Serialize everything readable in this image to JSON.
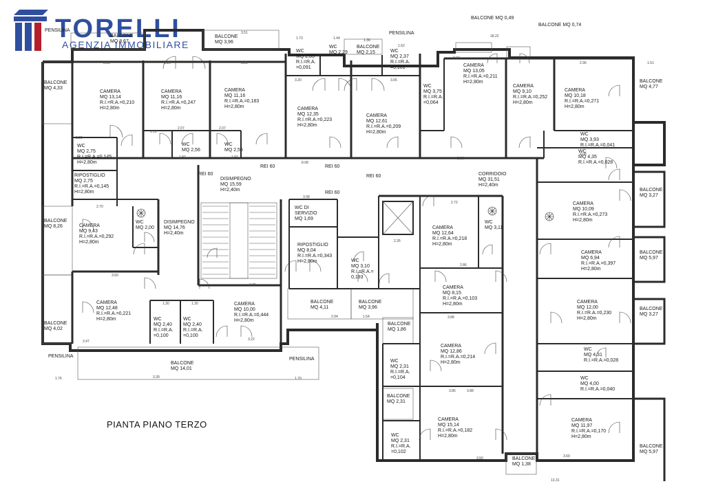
{
  "brand": {
    "name": "TORELLI",
    "subtitle": "AGENZIA IMMOBILIARE",
    "colors": {
      "blue": "#2f4f9e",
      "red": "#b41f2b",
      "ink": "#2b2b2b"
    }
  },
  "plan_title": "PIANTA PIANO TERZO",
  "rooms": [
    {
      "id": "pensilina-tl",
      "lines": [
        "PENSILINA"
      ]
    },
    {
      "id": "balcone-top-1",
      "lines": [
        "BALCONE",
        "MQ 8,67"
      ]
    },
    {
      "id": "balcone-top-2",
      "lines": [
        "BALCONE",
        "MQ 3,96"
      ]
    },
    {
      "id": "wc-top-1",
      "lines": [
        "WC",
        "MQ 2,63",
        "R.I.=R.A.",
        "=0,091"
      ]
    },
    {
      "id": "wc-top-2",
      "lines": [
        "WC",
        "MQ 2,29"
      ]
    },
    {
      "id": "balcone-top-3",
      "lines": [
        "BALCONE",
        "MQ 2,15"
      ]
    },
    {
      "id": "wc-top-3",
      "lines": [
        "WC",
        "MQ 2,37",
        "R.I.=R.A.",
        "=0,101"
      ]
    },
    {
      "id": "pensilina-top",
      "lines": [
        "PENSILINA"
      ]
    },
    {
      "id": "balcone-049",
      "lines": [
        "BALCONE MQ 0,49"
      ]
    },
    {
      "id": "balcone-074",
      "lines": [
        "BALCONE MQ 0,74"
      ]
    },
    {
      "id": "balcone-433",
      "lines": [
        "BALCONE",
        "MQ 4,33"
      ]
    },
    {
      "id": "camera-1314",
      "lines": [
        "CAMERA",
        "MQ 13,14",
        "R.I.=R.A.=0,210",
        "H=2,80m"
      ]
    },
    {
      "id": "camera-1116a",
      "lines": [
        "CAMERA",
        "MQ 11,16",
        "R.I.=R.A.=0,247",
        "H=2,80m"
      ]
    },
    {
      "id": "camera-1116b",
      "lines": [
        "CAMERA",
        "MQ 11,16",
        "R.I.=R.A.=0,183",
        "H=2,80m"
      ]
    },
    {
      "id": "camera-1235",
      "lines": [
        "CAMERA",
        "MQ 12,35",
        "R.I.=R.A.=0,223",
        "H=2,80m"
      ]
    },
    {
      "id": "camera-1261",
      "lines": [
        "CAMERA",
        "MQ 12,61",
        "R.I.=R.A.=0,209",
        "H=2,80m"
      ]
    },
    {
      "id": "wc-375",
      "lines": [
        "WC",
        "MQ 3,75",
        "R.I.=R.A.",
        "=0,064"
      ]
    },
    {
      "id": "camera-1305",
      "lines": [
        "CAMERA",
        "MQ 13,05",
        "R.I.=R.A.=0,211",
        "H=2,80m"
      ]
    },
    {
      "id": "camera-910",
      "lines": [
        "CAMERA",
        "MQ 9,10",
        "R.I.=R.A.=0,252",
        "H=2,80m"
      ]
    },
    {
      "id": "camera-1018",
      "lines": [
        "CAMERA",
        "MQ 10,18",
        "R.I.=R.A.=0,271",
        "H=2,80m"
      ]
    },
    {
      "id": "balcone-477",
      "lines": [
        "BALCONE",
        "MQ 4,77"
      ]
    },
    {
      "id": "wc-275",
      "lines": [
        "WC",
        "MQ 2,75",
        "R.I.=R.A.=0,145",
        "H=2,80m"
      ]
    },
    {
      "id": "wc-256a",
      "lines": [
        "WC",
        "MQ 2,56"
      ]
    },
    {
      "id": "wc-256b",
      "lines": [
        "WC",
        "MQ 2,56"
      ]
    },
    {
      "id": "wc-393",
      "lines": [
        "WC",
        "MQ 3,93",
        "R.I.=R.A.=0,041"
      ]
    },
    {
      "id": "wc-435",
      "lines": [
        "WC",
        "MQ 4,35",
        "R.I.=R.A.=0,028"
      ]
    },
    {
      "id": "ripostiglio-275",
      "lines": [
        "RIPOSTIGLIO",
        "MQ 2,75",
        "R.I.=R.A.=0,145",
        "H=2,80m"
      ]
    },
    {
      "id": "disimpegno-1559",
      "lines": [
        "DISIMPEGNO",
        "MQ 15,59",
        "H=2,40m"
      ]
    },
    {
      "id": "corridoio",
      "lines": [
        "CORRIDOIO",
        "MQ 31,51",
        "H=2,40m"
      ]
    },
    {
      "id": "balcone-826",
      "lines": [
        "BALCONE",
        "MQ 8,26"
      ]
    },
    {
      "id": "camera-943",
      "lines": [
        "CAMERA",
        "MQ 9,43",
        "R.I.=R.A.=0,292",
        "H=2,80m"
      ]
    },
    {
      "id": "wc-200",
      "lines": [
        "WC",
        "MQ 2,00"
      ]
    },
    {
      "id": "disimpegno-1476",
      "lines": [
        "DISIMPEGNO",
        "MQ 14,76",
        "H=2,40m"
      ]
    },
    {
      "id": "wc-servizio",
      "lines": [
        "WC DI",
        "SERVIZIO",
        "MQ 1,69"
      ]
    },
    {
      "id": "camera-1264",
      "lines": [
        "CAMERA",
        "MQ 12,64",
        "R.I.=R.A.=0,218",
        "H=2,80m"
      ]
    },
    {
      "id": "wc-311",
      "lines": [
        "WC",
        "MQ 3,11"
      ]
    },
    {
      "id": "camera-1009",
      "lines": [
        "CAMERA",
        "MQ 10,09",
        "R.I.=R.A.=0,273",
        "H=2,80m"
      ]
    },
    {
      "id": "balcone-327a",
      "lines": [
        "BALCONE",
        "MQ 3,27"
      ]
    },
    {
      "id": "ripostiglio-804",
      "lines": [
        "RIPOSTIGLIO",
        "MQ 8,04",
        "R.I.=R.A.=0,343",
        "H=2,80m"
      ]
    },
    {
      "id": "wc-310",
      "lines": [
        "WC",
        "MQ 3,10",
        "R.I.=R.A.=",
        "0,193"
      ]
    },
    {
      "id": "camera-694",
      "lines": [
        "CAMERA",
        "MQ 6,94",
        "R.I.=R.A.=0,397",
        "H=2,80m"
      ]
    },
    {
      "id": "balcone-597a",
      "lines": [
        "BALCONE",
        "MQ 5,97"
      ]
    },
    {
      "id": "camera-1248",
      "lines": [
        "CAMERA",
        "MQ 12,48",
        "R.I.=R.A.=0,221",
        "H=2,80m"
      ]
    },
    {
      "id": "camera-1000",
      "lines": [
        "CAMERA",
        "MQ 10,00",
        "R.I.=R.A.=0,444",
        "H=2,80m"
      ]
    },
    {
      "id": "balcone-411",
      "lines": [
        "BALCONE",
        "MQ 4,11"
      ]
    },
    {
      "id": "balcone-396",
      "lines": [
        "BALCONE",
        "MQ 3,96"
      ]
    },
    {
      "id": "camera-815",
      "lines": [
        "CAMERA",
        "MQ 8,15",
        "R.I.=R.A.=0,103",
        "H=2,80m"
      ]
    },
    {
      "id": "camera-1200",
      "lines": [
        "CAMERA",
        "MQ 12,00",
        "R.I.=R.A.=0,230",
        "H=2,80m"
      ]
    },
    {
      "id": "balcone-327b",
      "lines": [
        "BALCONE",
        "MQ 3,27"
      ]
    },
    {
      "id": "wc-240a",
      "lines": [
        "WC",
        "MQ 2,40",
        "R.I.=R.A.",
        "=0,100"
      ]
    },
    {
      "id": "wc-240b",
      "lines": [
        "WC",
        "MQ 2,40",
        "R.I.=R.A.",
        "=0,100"
      ]
    },
    {
      "id": "balcone-402",
      "lines": [
        "BALCONE",
        "MQ 4,02"
      ]
    },
    {
      "id": "balcone-186",
      "lines": [
        "BALCONE",
        "MQ 1,86"
      ]
    },
    {
      "id": "camera-1286",
      "lines": [
        "CAMERA",
        "MQ 12,86",
        "R.I.=R.A.=0,214",
        "H=2,80m"
      ]
    },
    {
      "id": "wc-431",
      "lines": [
        "WC",
        "MQ 4,31",
        "R.I.=R.A.=0,028"
      ]
    },
    {
      "id": "pensilina-bl",
      "lines": [
        "PENSILINA"
      ]
    },
    {
      "id": "balcone-1401",
      "lines": [
        "BALCONE",
        "MQ 14,01"
      ]
    },
    {
      "id": "pensilina-bm",
      "lines": [
        "PENSILINA"
      ]
    },
    {
      "id": "wc-231",
      "lines": [
        "WC",
        "MQ 2,31",
        "R.I.=R.A.",
        "=0,104"
      ]
    },
    {
      "id": "wc-400",
      "lines": [
        "WC",
        "MQ 4,00",
        "R.I.=R.A.=0,040"
      ]
    },
    {
      "id": "balcone-231",
      "lines": [
        "BALCONE",
        "MQ 2,31"
      ]
    },
    {
      "id": "camera-1514",
      "lines": [
        "CAMERA",
        "MQ 15,14",
        "R.I.=R.A.=0,182",
        "H=2,80m"
      ]
    },
    {
      "id": "camera-1197",
      "lines": [
        "CAMERA",
        "MQ 11,97",
        "R.I.=R.A.=0,170",
        "H=2,80m"
      ]
    },
    {
      "id": "wc-231b",
      "lines": [
        "WC",
        "MQ 2,31",
        "R.I.=R.A.",
        "=0,102"
      ]
    },
    {
      "id": "balcone-138",
      "lines": [
        "BALCONE",
        "MQ 1,38"
      ]
    },
    {
      "id": "balcone-597b",
      "lines": [
        "BALCONE",
        "MQ 5,97"
      ]
    }
  ],
  "fire_doors": [
    "REI 60",
    "REI 60",
    "REI 60",
    "REI 60",
    "REI 60"
  ],
  "dimensions": [
    "3.51",
    "1.73",
    "1.44",
    "1.36",
    "1.62",
    "18.22",
    "3.16",
    "3.19",
    "3.20",
    "3.20",
    "3.05",
    "2.23",
    "2.96",
    "1.51",
    "2.20",
    "1.12",
    "2.07",
    "2.07",
    "1.97",
    "1.97",
    "8.08",
    "3.09",
    "4.08",
    "2.72",
    "2.70",
    "3.08",
    "2.35",
    "2.86",
    "3.60",
    "3.79",
    "3.88",
    "3.86",
    "2.94",
    "1.54",
    "1.30",
    "1.30",
    "3.47",
    "3.22",
    "3.39",
    "1.76",
    "1.70",
    "3.88",
    "3.69",
    "3.50",
    "13.31"
  ]
}
